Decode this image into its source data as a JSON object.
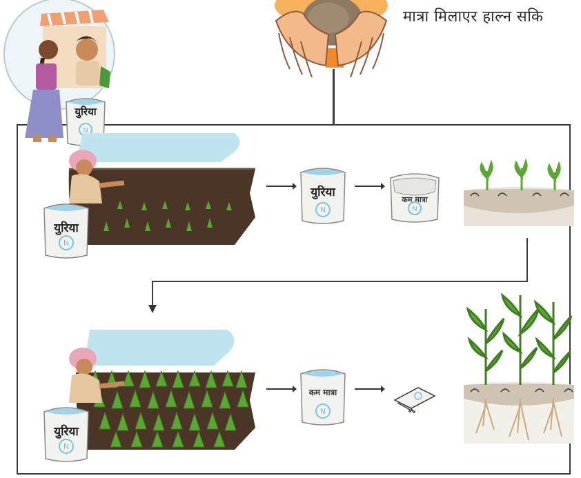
{
  "header_text": "मात्रा मिलाएर हाल्न सकि",
  "bag_label_urea": "युरिया",
  "bag_label_small": "कम मात्रा",
  "colors": {
    "soil": "#4a3526",
    "sky": "#bfe3f0",
    "leaf": "#5aa832",
    "hand": "#f4b98a",
    "hand_outline": "#8a5a3a",
    "arrow": "#333333",
    "bag": "#f2f2ef",
    "bag_top": "#9fd4e8",
    "logo": "#7cc3dc"
  },
  "icons": [
    "hands-with-soil-icon",
    "shop-scene-icon",
    "farmer-icon",
    "urea-bag-icon",
    "arrow-icon",
    "crop-plant-icon",
    "root-icon"
  ]
}
